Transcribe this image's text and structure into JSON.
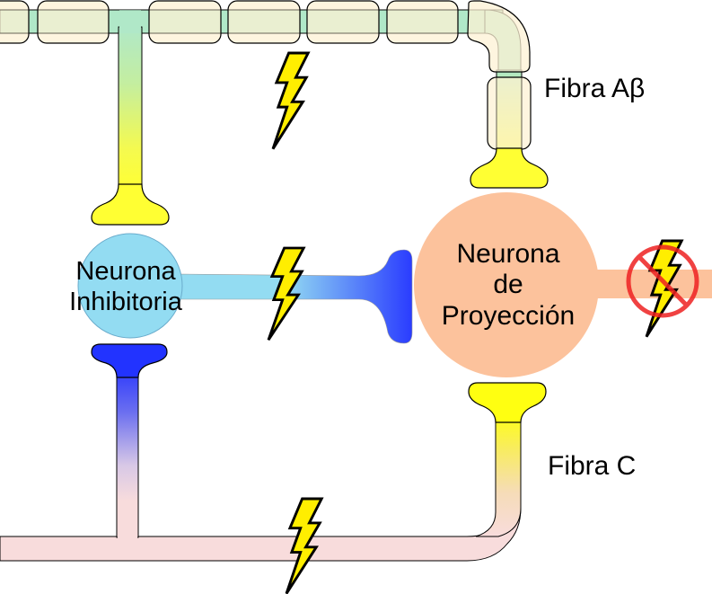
{
  "title": "Teoría de la compuerta del dolor",
  "labels": {
    "fiber_abeta": "Fibra Aβ",
    "fiber_c": "Fibra C",
    "inhibitory_line1": "Neurona",
    "inhibitory_line2": "Inhibitoria",
    "projection_line1": "Neurona",
    "projection_line2": "de",
    "projection_line3": "Proyección"
  },
  "icons": {
    "signal": "lightning-bolt-icon",
    "blocked": "prohibited-signal-icon"
  },
  "colors": {
    "myelin": "#fdf2d4",
    "abeta_axon_top": "#b0e8c8",
    "abeta_axon_bottom": "#ffff33",
    "inhibitory_body": "#93dcf2",
    "inhibitory_terminal": "#2233ff",
    "projection_body": "#fcc29c",
    "c_fiber_axon": "#f8dcdc",
    "c_fiber_terminal": "#ffff22",
    "bolt": "#ffee00",
    "prohibited": "#ee2222"
  }
}
